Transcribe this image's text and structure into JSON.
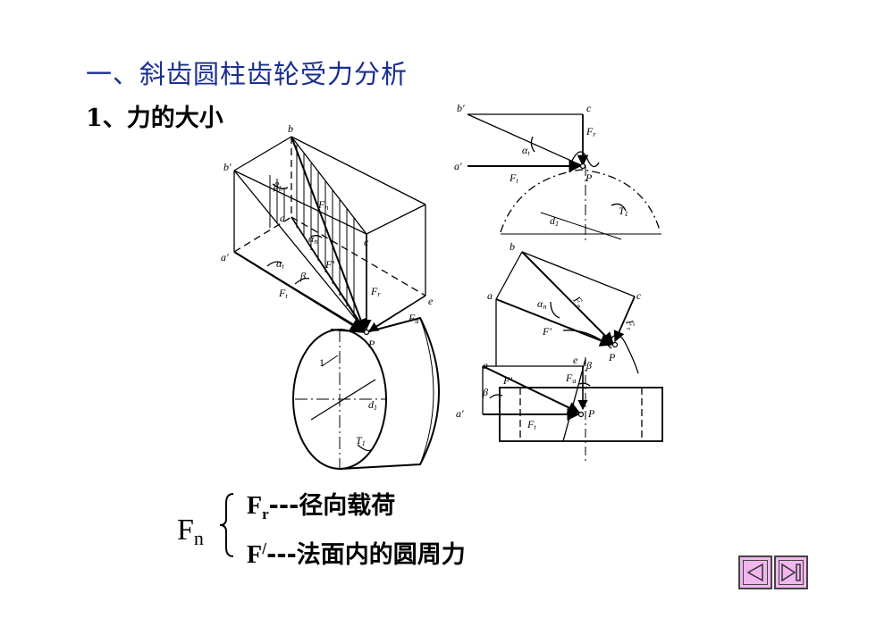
{
  "slide": {
    "title": "一、斜齿圆柱齿轮受力分析",
    "subtitle": "1、力的大小"
  },
  "diagram": {
    "left": {
      "points": [
        "b",
        "b′",
        "a",
        "a′",
        "c",
        "e",
        "P",
        "1"
      ],
      "forces": [
        "Fₙ",
        "Fₜ",
        "Fᵣ",
        "Fₐ",
        "F′"
      ],
      "angles": [
        "βb",
        "αt",
        "β",
        "αn"
      ],
      "dimensions": [
        "d1",
        "T1"
      ]
    },
    "right_top": {
      "points": [
        "b′",
        "c",
        "a′",
        "P"
      ],
      "forces": [
        "Fᵣ",
        "Fₜ"
      ],
      "angles": [
        "αt"
      ],
      "dimensions": [
        "d1",
        "T1"
      ]
    },
    "right_mid": {
      "points": [
        "b",
        "a",
        "c",
        "P"
      ],
      "forces": [
        "Fₙ",
        "F′",
        "Fᵣ"
      ],
      "angles": [
        "αn"
      ]
    },
    "right_bottom": {
      "points": [
        "a",
        "e",
        "a′",
        "P"
      ],
      "forces": [
        "F′",
        "Fₐ",
        "Fₜ"
      ],
      "angles": [
        "β"
      ]
    }
  },
  "formula": {
    "symbol": "F",
    "symbol_sub": "n",
    "items": [
      {
        "sym": "F",
        "sub": "r",
        "sup": "",
        "text": "---径向载荷"
      },
      {
        "sym": "F",
        "sub": "",
        "sup": "/",
        "text": "---法面内的圆周力"
      }
    ]
  },
  "nav": {
    "prev_icon": "triangle-left-icon",
    "next_icon": "triangle-right-bar-icon"
  }
}
